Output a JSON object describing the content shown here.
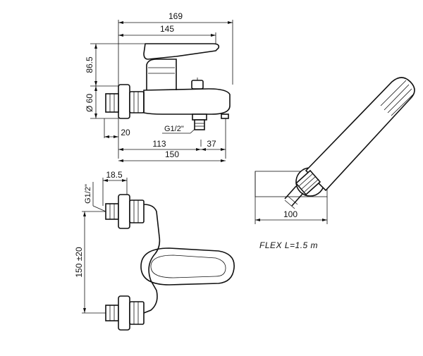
{
  "dimensions": {
    "overall_width": "169",
    "lever_reach": "145",
    "height_top": "86.5",
    "diameter": "Ø 60",
    "wall_depth": "20",
    "thread_top": "G1/2\"",
    "spout_offset": "113",
    "spout_tip": "37",
    "spout_length": "150",
    "wall_offset": "18.5",
    "thread_side": "G1/2\"",
    "center_distance": "150 ±20",
    "holder_width": "100"
  },
  "notes": {
    "hose": "FLEX  L=1.5  m"
  }
}
